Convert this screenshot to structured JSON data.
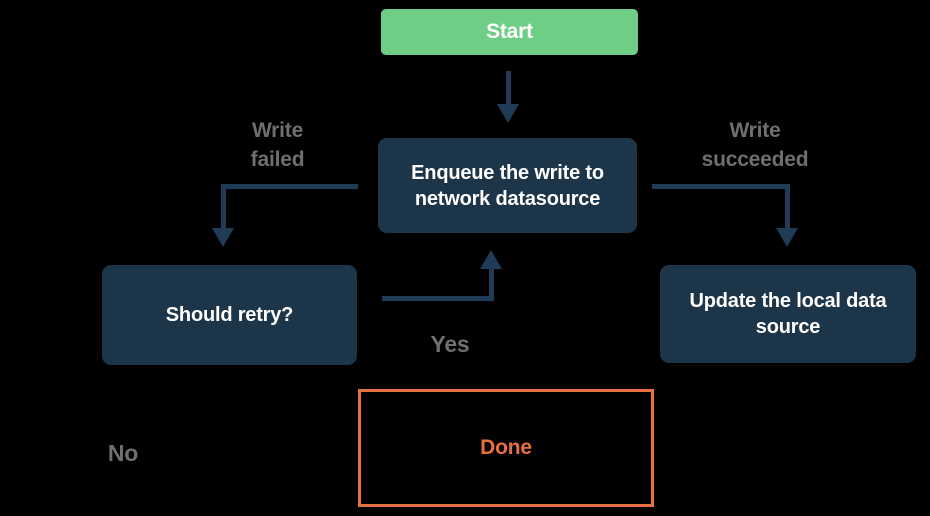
{
  "colors": {
    "green": "#6FCE85",
    "navy": "#1D3548",
    "line": "#1F3B55",
    "gray_label": "#6F6F6F",
    "orange": "#E6713E",
    "white": "#FFFFFF",
    "background": "#000000"
  },
  "nodes": {
    "start": {
      "label": "Start"
    },
    "enqueue": {
      "label": "Enqueue the write to network datasource"
    },
    "should_retry": {
      "label": "Should retry?"
    },
    "update_local": {
      "label": "Update the local data source"
    },
    "done": {
      "label": "Done"
    }
  },
  "edge_labels": {
    "write_failed": "Write\nfailed",
    "write_succeeded": "Write\nsucceeded",
    "yes": "Yes",
    "no": "No"
  }
}
